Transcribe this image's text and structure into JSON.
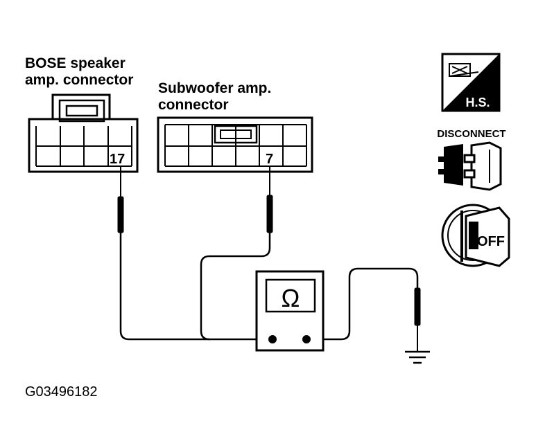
{
  "connectors": {
    "bose": {
      "label_line1": "BOSE speaker",
      "label_line2": "amp. connector",
      "pin": "17"
    },
    "subwoofer": {
      "label_line1": "Subwoofer amp.",
      "label_line2": "connector",
      "pin": "7"
    }
  },
  "meter": {
    "symbol": "Ω"
  },
  "status_icons": {
    "harness_side_label": "H.S.",
    "disconnect_label": "DISCONNECT",
    "ignition_label": "OFF"
  },
  "figure_id": "G03496182"
}
